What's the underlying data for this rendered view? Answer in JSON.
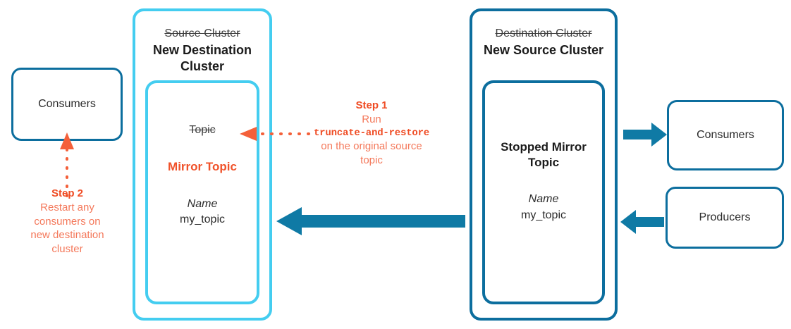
{
  "diagram": {
    "title": "Kafka mirror topic truncate-and-restore failback",
    "colors": {
      "cyan": "#44cdf0",
      "blue": "#0c6e9e",
      "orange_bold": "#ef4b23",
      "orange_light": "#f4785a",
      "mirror_orange": "#f0522a",
      "text_dark": "#1b1b1b",
      "background": "#ffffff"
    }
  },
  "left_cluster": {
    "old_name": "Source Cluster",
    "new_name": "New Destination Cluster",
    "topic": {
      "old_label": "Topic",
      "new_label": "Mirror Topic",
      "name_label": "Name",
      "name_value": "my_topic"
    }
  },
  "right_cluster": {
    "old_name": "Destination Cluster",
    "new_name": "New Source Cluster",
    "topic": {
      "title": "Stopped Mirror Topic",
      "name_label": "Name",
      "name_value": "my_topic"
    }
  },
  "left_consumers": {
    "label": "Consumers"
  },
  "right_consumers": {
    "label": "Consumers"
  },
  "right_producers": {
    "label": "Producers"
  },
  "step1": {
    "title": "Step 1",
    "line1": "Run",
    "code": "truncate-and-restore",
    "line2": "on the original source",
    "line3": "topic"
  },
  "step2": {
    "title": "Step 2",
    "line1": "Restart any",
    "line2": "consumers on",
    "line3": "new destination",
    "line4": "cluster"
  },
  "icons": {
    "arrow_left_solid": "arrow-left-solid-icon",
    "arrow_right_solid": "arrow-right-solid-icon",
    "arrow_left_dotted": "arrow-left-dotted-icon",
    "arrow_up_dotted": "arrow-up-dotted-icon"
  }
}
